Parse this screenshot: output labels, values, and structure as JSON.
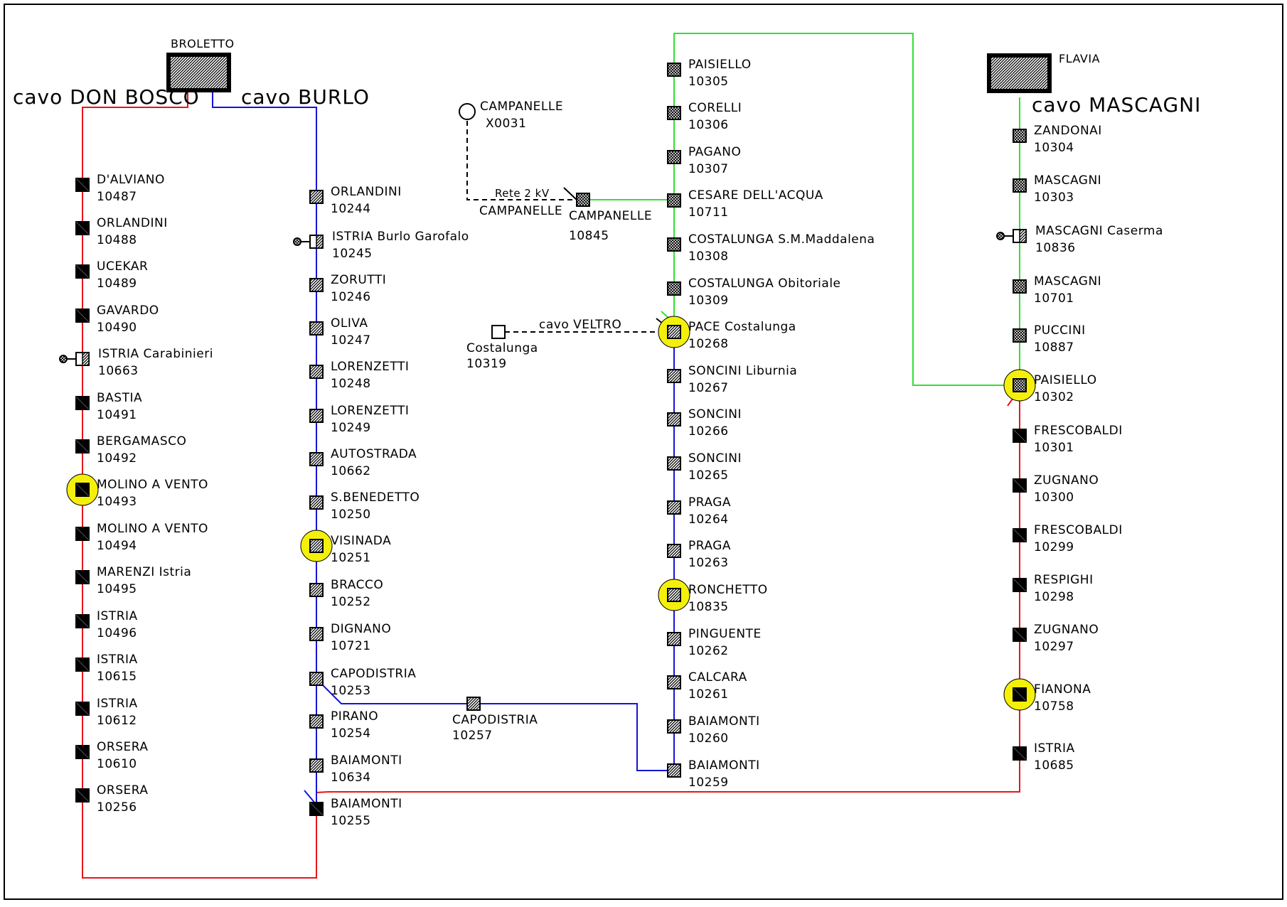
{
  "colors": {
    "red": "#e8141c",
    "blue": "#1414d8",
    "green": "#33e033",
    "highlight": "#f4f00a",
    "ink": "#000000"
  },
  "headers": {
    "broletto": "BROLETTO",
    "flavia": "FLAVIA"
  },
  "cables": {
    "don_bosco": "cavo DON BOSCO",
    "burlo": "cavo BURLO",
    "mascagni": "cavo MASCAGNI",
    "veltro": "cavo VELTRO",
    "rete": "Rete 2 kV",
    "rete_name": "CAMPANELLE"
  },
  "stations": [
    {
      "id": "s10487",
      "name": "D'ALVIANO",
      "code": "10487",
      "symbol": "black",
      "hl": false
    },
    {
      "id": "s10488",
      "name": "ORLANDINI",
      "code": "10488",
      "symbol": "black",
      "hl": false
    },
    {
      "id": "s10489",
      "name": "UCEKAR",
      "code": "10489",
      "symbol": "black",
      "hl": false
    },
    {
      "id": "s10490",
      "name": "GAVARDO",
      "code": "10490",
      "symbol": "black",
      "hl": false
    },
    {
      "id": "s10663",
      "name": "ISTRIA Carabinieri",
      "code": "10663",
      "symbol": "half",
      "hl": false
    },
    {
      "id": "s10491",
      "name": "BASTIA",
      "code": "10491",
      "symbol": "black",
      "hl": false
    },
    {
      "id": "s10492",
      "name": "BERGAMASCO",
      "code": "10492",
      "symbol": "black",
      "hl": false
    },
    {
      "id": "s10493",
      "name": "MOLINO  A  VENTO",
      "code": "10493",
      "symbol": "black",
      "hl": true
    },
    {
      "id": "s10494",
      "name": "MOLINO  A  VENTO",
      "code": "10494",
      "symbol": "black",
      "hl": false
    },
    {
      "id": "s10495",
      "name": "MARENZI  Istria",
      "code": "10495",
      "symbol": "black",
      "hl": false
    },
    {
      "id": "s10496",
      "name": "ISTRIA",
      "code": "10496",
      "symbol": "black",
      "hl": false
    },
    {
      "id": "s10615",
      "name": "ISTRIA",
      "code": "10615",
      "symbol": "black",
      "hl": false
    },
    {
      "id": "s10612",
      "name": "ISTRIA",
      "code": "10612",
      "symbol": "black",
      "hl": false
    },
    {
      "id": "s10610",
      "name": "ORSERA",
      "code": "10610",
      "symbol": "black",
      "hl": false
    },
    {
      "id": "s10256",
      "name": "ORSERA",
      "code": "10256",
      "symbol": "black",
      "hl": false
    },
    {
      "id": "s10244",
      "name": "ORLANDINI",
      "code": "10244",
      "symbol": "hatch",
      "hl": false
    },
    {
      "id": "s10245",
      "name": "ISTRIA  Burlo  Garofalo",
      "code": "10245",
      "symbol": "half",
      "hl": false
    },
    {
      "id": "s10246",
      "name": "ZORUTTI",
      "code": "10246",
      "symbol": "hatch",
      "hl": false
    },
    {
      "id": "s10247",
      "name": "OLIVA",
      "code": "10247",
      "symbol": "hatch",
      "hl": false
    },
    {
      "id": "s10248",
      "name": "LORENZETTI",
      "code": "10248",
      "symbol": "hatch",
      "hl": false
    },
    {
      "id": "s10249",
      "name": "LORENZETTI",
      "code": "10249",
      "symbol": "hatch",
      "hl": false
    },
    {
      "id": "s10662",
      "name": "AUTOSTRADA",
      "code": "10662",
      "symbol": "hatch",
      "hl": false
    },
    {
      "id": "s10250",
      "name": "S.BENEDETTO",
      "code": "10250",
      "symbol": "hatch",
      "hl": false
    },
    {
      "id": "s10251",
      "name": "VISINADA",
      "code": "10251",
      "symbol": "hatch",
      "hl": true
    },
    {
      "id": "s10252",
      "name": "BRACCO",
      "code": "10252",
      "symbol": "hatch",
      "hl": false
    },
    {
      "id": "s10721",
      "name": "DIGNANO",
      "code": "10721",
      "symbol": "hatch",
      "hl": false
    },
    {
      "id": "s10253",
      "name": "CAPODISTRIA",
      "code": "10253",
      "symbol": "hatch",
      "hl": false
    },
    {
      "id": "s10254",
      "name": "PIRANO",
      "code": "10254",
      "symbol": "hatch",
      "hl": false
    },
    {
      "id": "s10634",
      "name": "BAIAMONTI",
      "code": "10634",
      "symbol": "hatch",
      "hl": false
    },
    {
      "id": "s10255",
      "name": "BAIAMONTI",
      "code": "10255",
      "symbol": "black",
      "hl": false
    },
    {
      "id": "s10257",
      "name": "CAPODISTRIA",
      "code": "10257",
      "symbol": "hatch",
      "hl": false
    },
    {
      "id": "sX0031",
      "name": "CAMPANELLE",
      "code": "X0031",
      "symbol": "circle",
      "hl": false
    },
    {
      "id": "s10845",
      "name": "CAMPANELLE",
      "code": "10845",
      "symbol": "cross",
      "hl": false
    },
    {
      "id": "s10319",
      "name": "Costalunga",
      "code": "10319",
      "symbol": "empty",
      "hl": false
    },
    {
      "id": "s10305",
      "name": "PAISIELLO",
      "code": "10305",
      "symbol": "cross",
      "hl": false
    },
    {
      "id": "s10306",
      "name": "CORELLI",
      "code": "10306",
      "symbol": "cross",
      "hl": false
    },
    {
      "id": "s10307",
      "name": "PAGANO",
      "code": "10307",
      "symbol": "cross",
      "hl": false
    },
    {
      "id": "s10711",
      "name": "CESARE DELL'ACQUA",
      "code": "10711",
      "symbol": "cross",
      "hl": false
    },
    {
      "id": "s10308",
      "name": "COSTALUNGA  S.M.Maddalena",
      "code": "10308",
      "symbol": "cross",
      "hl": false
    },
    {
      "id": "s10309",
      "name": "COSTALUNGA  Obitoriale",
      "code": "10309",
      "symbol": "cross",
      "hl": false
    },
    {
      "id": "s10268",
      "name": "PACE  Costalunga",
      "code": "10268",
      "symbol": "hatch",
      "hl": true
    },
    {
      "id": "s10267",
      "name": "SONCINI Liburnia",
      "code": "10267",
      "symbol": "hatch",
      "hl": false
    },
    {
      "id": "s10266",
      "name": "SONCINI",
      "code": "10266",
      "symbol": "hatch",
      "hl": false
    },
    {
      "id": "s10265",
      "name": "SONCINI",
      "code": "10265",
      "symbol": "hatch",
      "hl": false
    },
    {
      "id": "s10264",
      "name": "PRAGA",
      "code": "10264",
      "symbol": "hatch",
      "hl": false
    },
    {
      "id": "s10263",
      "name": "PRAGA",
      "code": "10263",
      "symbol": "hatch",
      "hl": false
    },
    {
      "id": "s10835",
      "name": "RONCHETTO",
      "code": "10835",
      "symbol": "hatch",
      "hl": true
    },
    {
      "id": "s10262",
      "name": "PINGUENTE",
      "code": "10262",
      "symbol": "hatch",
      "hl": false
    },
    {
      "id": "s10261",
      "name": "CALCARA",
      "code": "10261",
      "symbol": "hatch",
      "hl": false
    },
    {
      "id": "s10260",
      "name": "BAIAMONTI",
      "code": "10260",
      "symbol": "hatch",
      "hl": false
    },
    {
      "id": "s10259",
      "name": "BAIAMONTI",
      "code": "10259",
      "symbol": "hatch",
      "hl": false
    },
    {
      "id": "s10304",
      "name": "ZANDONAI",
      "code": "10304",
      "symbol": "cross",
      "hl": false
    },
    {
      "id": "s10303",
      "name": "MASCAGNI",
      "code": "10303",
      "symbol": "cross",
      "hl": false
    },
    {
      "id": "s10836",
      "name": "MASCAGNI Caserma",
      "code": "10836",
      "symbol": "half",
      "hl": false
    },
    {
      "id": "s10701",
      "name": "MASCAGNI",
      "code": "10701",
      "symbol": "cross",
      "hl": false
    },
    {
      "id": "s10887",
      "name": "PUCCINI",
      "code": "10887",
      "symbol": "cross",
      "hl": false
    },
    {
      "id": "s10302",
      "name": "PAISIELLO",
      "code": "10302",
      "symbol": "cross",
      "hl": true
    },
    {
      "id": "s10301",
      "name": "FRESCOBALDI",
      "code": "10301",
      "symbol": "black",
      "hl": false
    },
    {
      "id": "s10300",
      "name": "ZUGNANO",
      "code": "10300",
      "symbol": "black",
      "hl": false
    },
    {
      "id": "s10299",
      "name": "FRESCOBALDI",
      "code": "10299",
      "symbol": "black",
      "hl": false
    },
    {
      "id": "s10298",
      "name": "RESPIGHI",
      "code": "10298",
      "symbol": "black",
      "hl": false
    },
    {
      "id": "s10297",
      "name": "ZUGNANO",
      "code": "10297",
      "symbol": "black",
      "hl": false
    },
    {
      "id": "s10758",
      "name": "FIANONA",
      "code": "10758",
      "symbol": "black",
      "hl": true
    },
    {
      "id": "s10685",
      "name": "ISTRIA",
      "code": "10685",
      "symbol": "black",
      "hl": false
    }
  ]
}
